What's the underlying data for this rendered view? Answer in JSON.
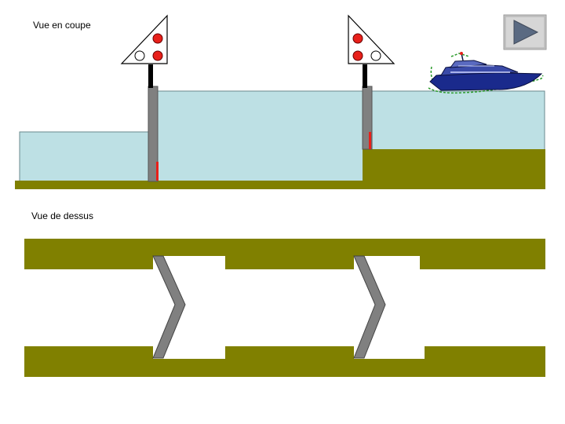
{
  "labels": {
    "section_view": "Vue en coupe",
    "top_view": "Vue de dessus"
  },
  "controls": {
    "play_icon": "play-triangle-icon"
  },
  "colors": {
    "water": "#bde0e4",
    "ground": "#808000",
    "gate": "#808080",
    "signal_red": "#e8201a",
    "leak_marker": "#e8201a",
    "boat_hull": "#1a2a8c"
  },
  "signals": [
    {
      "id": "signal-left",
      "lights": [
        "red",
        "empty",
        "red"
      ]
    },
    {
      "id": "signal-right",
      "lights": [
        "red",
        "red",
        "empty"
      ]
    }
  ]
}
